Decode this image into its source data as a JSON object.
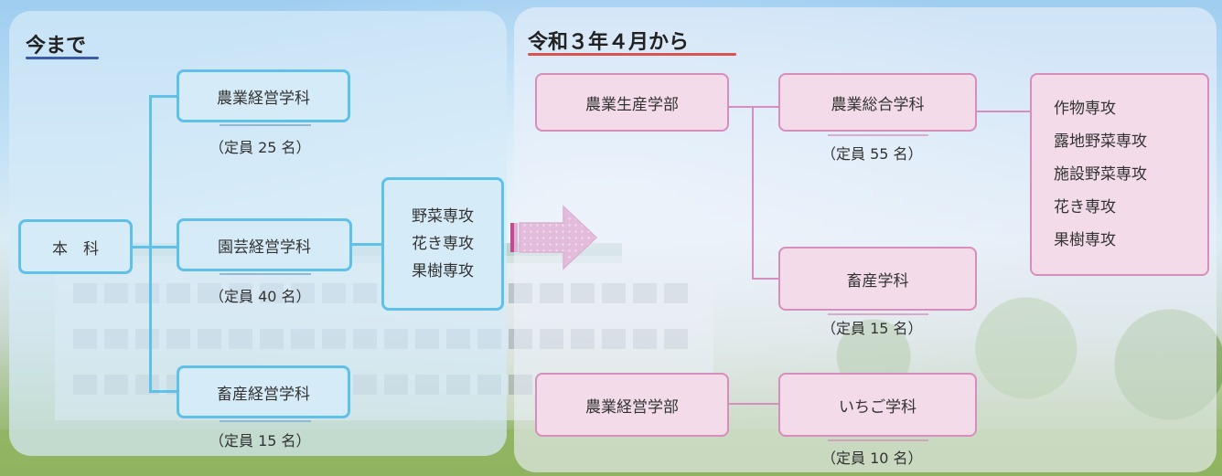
{
  "colors": {
    "current_border": "#5fc0e8",
    "current_fill": "#d6ebf8",
    "new_border": "#d78dbd",
    "new_fill": "#f3dbe9",
    "arrow": "#d466a8",
    "heading_left_underline": "#3b5ca8",
    "heading_right_underline": "#d9534f"
  },
  "before": {
    "heading": "今まで",
    "root": "本　科",
    "departments": [
      {
        "name": "農業経営学科",
        "capacity": "（定員 25 名）"
      },
      {
        "name": "園芸経営学科",
        "capacity": "（定員 40 名）"
      },
      {
        "name": "畜産経営学科",
        "capacity": "（定員 15 名）"
      }
    ],
    "majors": [
      "野菜専攻",
      "花き専攻",
      "果樹専攻"
    ]
  },
  "transition_icon": "dotted-right-arrow-icon",
  "after": {
    "heading": "令和３年４月から",
    "faculty_production": "農業生産学部",
    "faculty_management": "農業経営学部",
    "departments": [
      {
        "name": "農業総合学科",
        "capacity": "（定員 55 名）"
      },
      {
        "name": "畜産学科",
        "capacity": "（定員 15 名）"
      },
      {
        "name": "いちご学科",
        "capacity": "（定員 10 名）"
      }
    ],
    "majors": [
      "作物専攻",
      "露地野菜専攻",
      "施設野菜専攻",
      "花き専攻",
      "果樹専攻"
    ]
  }
}
